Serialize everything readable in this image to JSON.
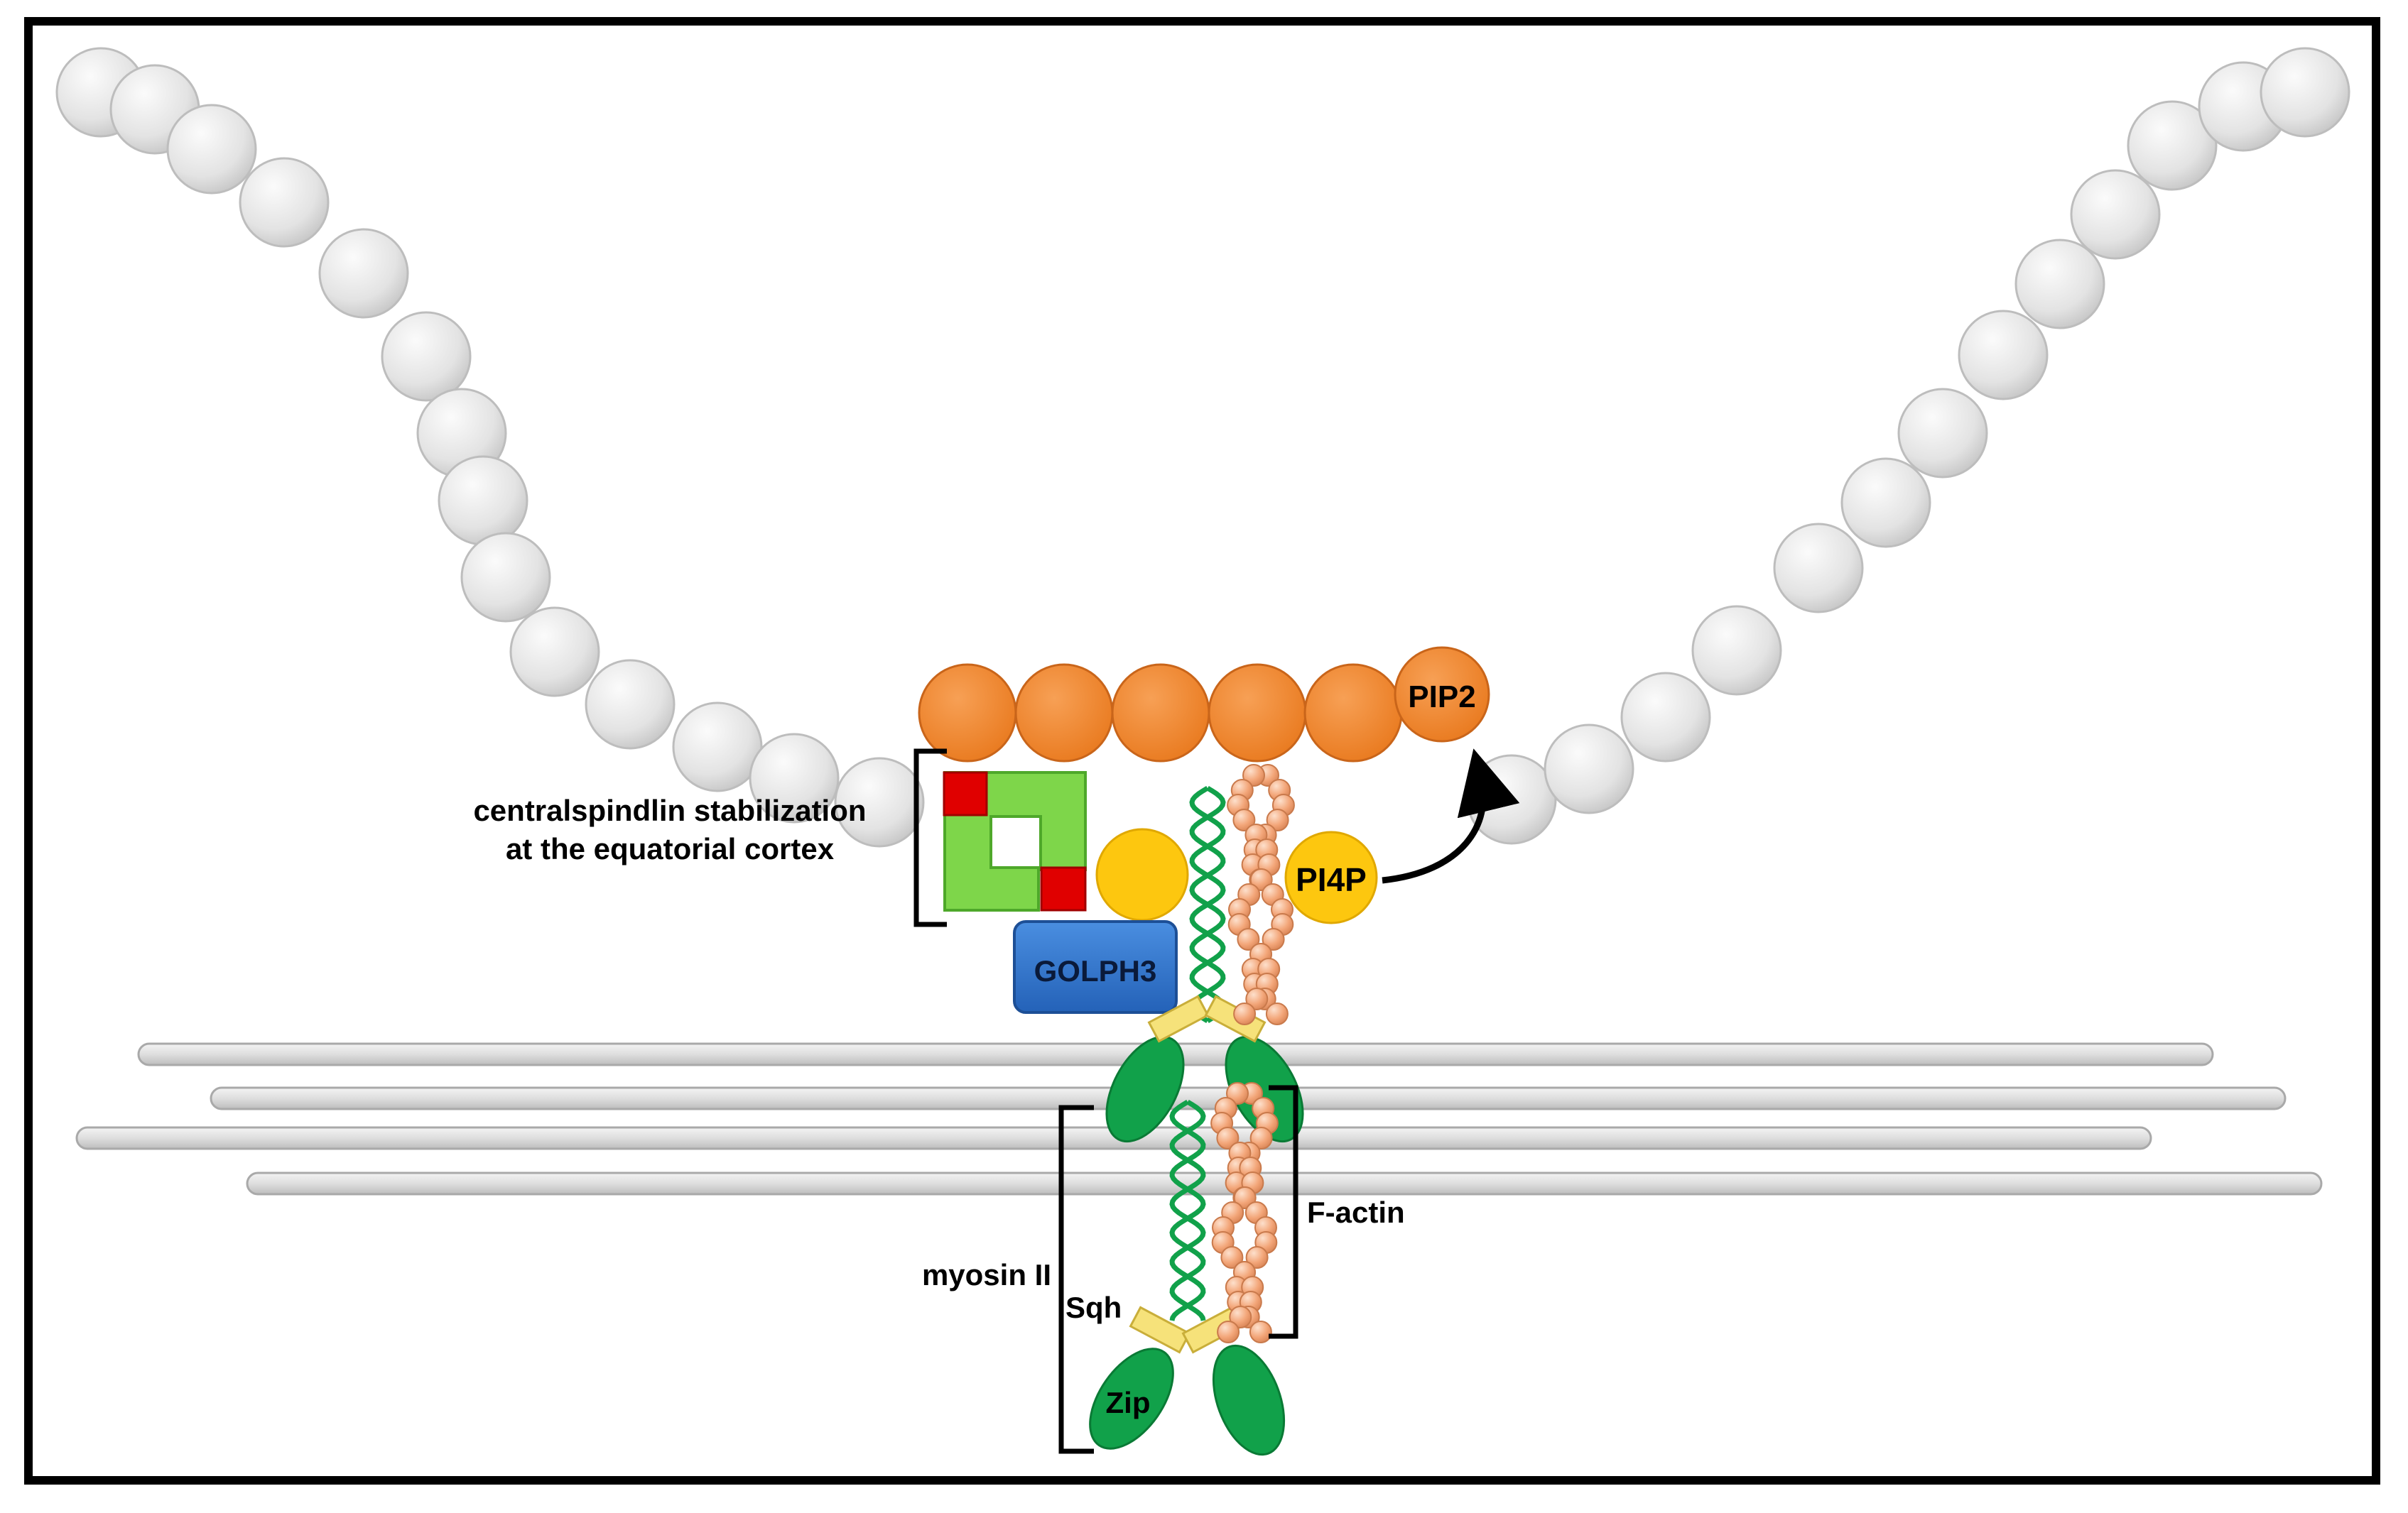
{
  "labels": {
    "pip2": "PIP2",
    "pi4p": "PI4P",
    "golph3": "GOLPH3",
    "centralspindlin_line1": "centralspindlin stabilization",
    "centralspindlin_line2": "at the equatorial cortex",
    "f_actin": "F-actin",
    "myosin": "myosin II",
    "sqh": "Sqh",
    "zip": "Zip"
  },
  "colors": {
    "membrane_lipid": "#e4e4e4",
    "pip2": "#f28a32",
    "pi4p": "#fdc70f",
    "golph3": "#2f72c9",
    "centralspindlin_green": "#7ed64a",
    "centralspindlin_red": "#e00000",
    "myosin_green": "#11a14a",
    "actin": "#f3a679",
    "sqh_yellow": "#f6e27a",
    "microtubule": "#e6e6e6"
  }
}
